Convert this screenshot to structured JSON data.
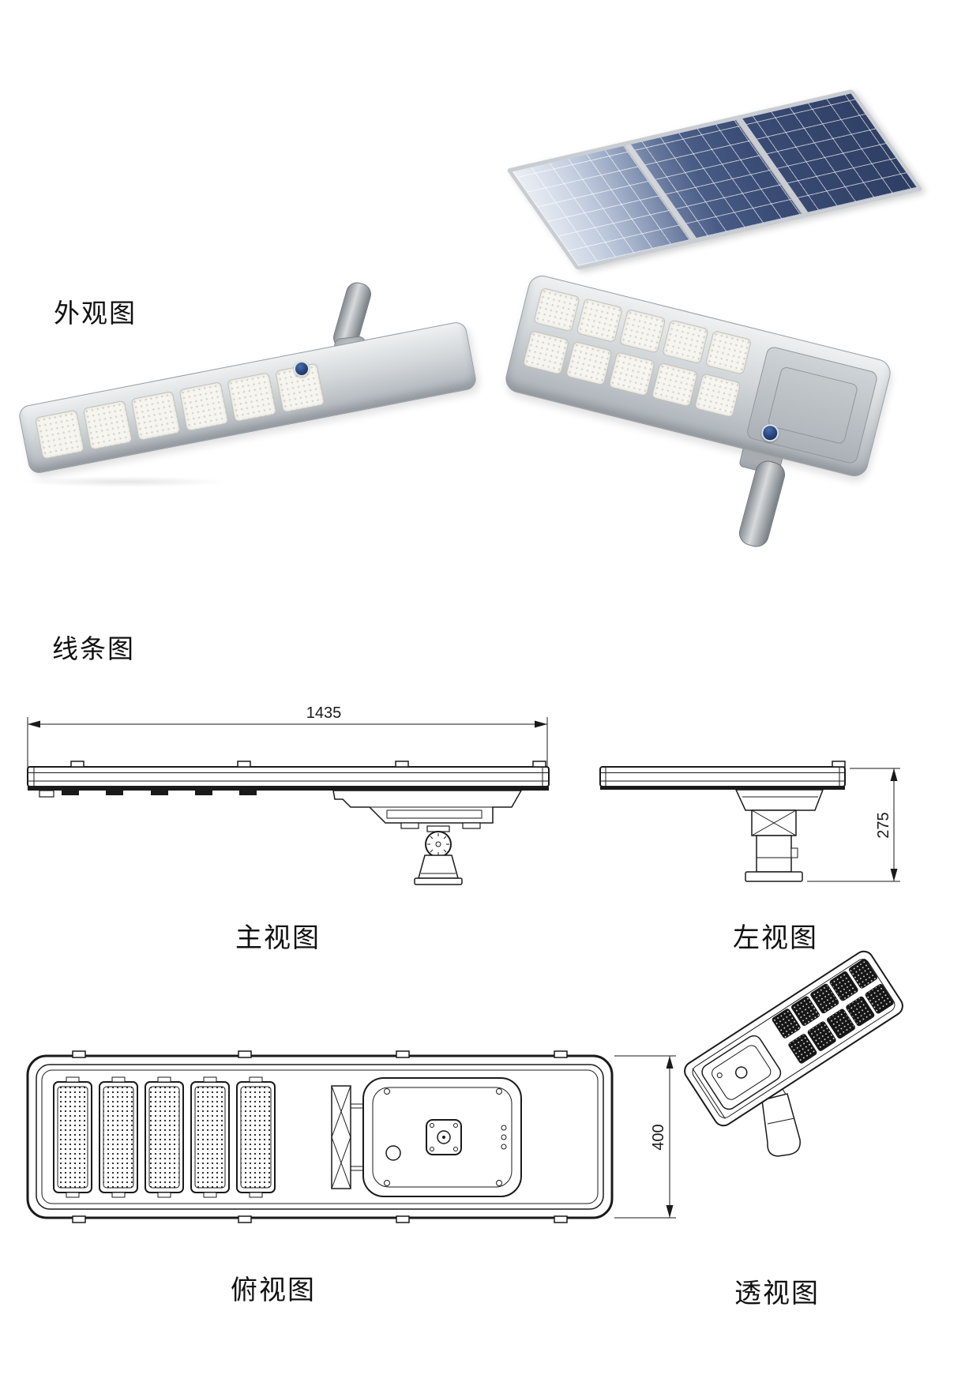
{
  "sections": {
    "appearance_label": "外观图",
    "line_drawing_label": "线条图"
  },
  "views": {
    "front": {
      "label": "主视图",
      "dimension_mm": "1435"
    },
    "left": {
      "label": "左视图",
      "dimension_mm": "275"
    },
    "top": {
      "label": "俯视图",
      "dimension_mm": "400"
    },
    "perspective": {
      "label": "透视图"
    }
  },
  "colors": {
    "line_color": "#1a1a1a",
    "solar_cell_blue": "#3a4c75",
    "panel_frame_gray": "#c9cdd2",
    "lamp_body_silver": "#ccd1d5",
    "led_module_white": "#f5f4ef",
    "sensor_blue": "#1d3f7a",
    "background": "#ffffff"
  }
}
